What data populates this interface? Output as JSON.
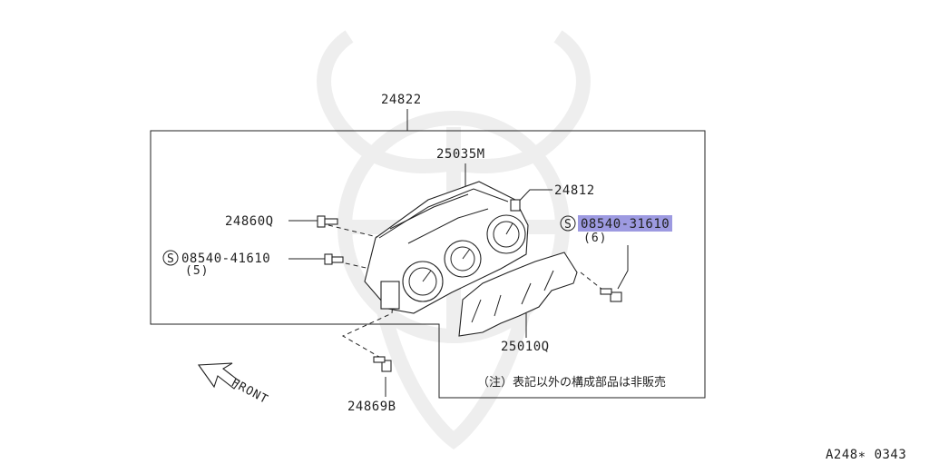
{
  "parts": {
    "p24822": "24822",
    "p25035M": "25035M",
    "p24812": "24812",
    "p24860Q": "24860Q",
    "bolt_left_code": "08540-41610",
    "bolt_left_qty": "(5)",
    "bolt_right_code": "08540-31610",
    "bolt_right_qty": "(6)",
    "p25010Q": "25010Q",
    "p24869B": "24869B",
    "std_symbol": "S"
  },
  "note": "（注）表記以外の構成部品は非販売",
  "front_label": "FRONT",
  "diagram_code": "A248∗ 0343",
  "highlight": {
    "part": "08540-31610",
    "color": "#8c88dc"
  }
}
